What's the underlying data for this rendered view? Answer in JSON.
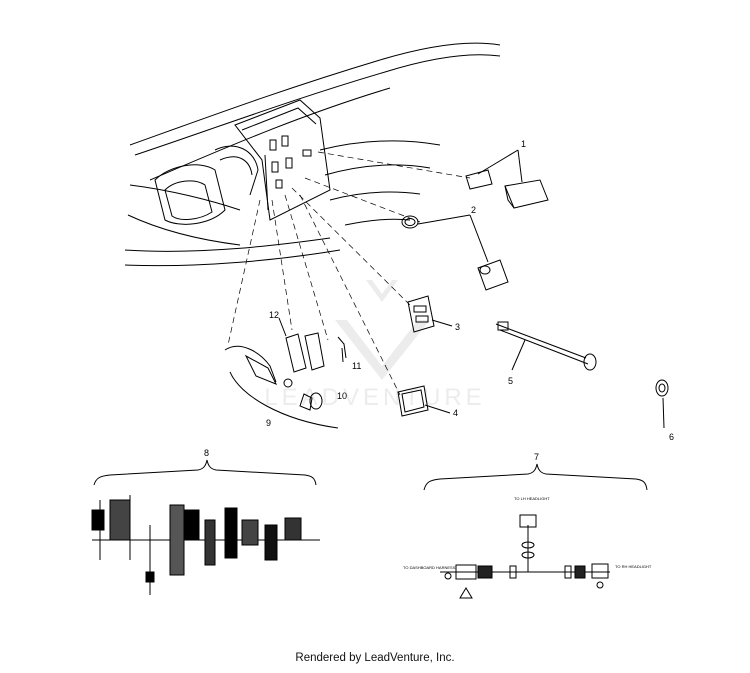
{
  "callouts": {
    "c1": "1",
    "c2": "2",
    "c3": "3",
    "c4": "4",
    "c5": "5",
    "c6": "6",
    "c7": "7",
    "c8": "8",
    "c9": "9",
    "c10": "10",
    "c11": "11",
    "c12": "12"
  },
  "watermark": {
    "text": "LEADVENTURE"
  },
  "harness_labels": {
    "to_lh_headlight": "TO LH HEADLIGHT",
    "to_dashboard_harness": "TO DASHBOARD HARNESS",
    "to_rh_headlight": "TO RH HEADLIGHT"
  },
  "footer": {
    "text": "Rendered by LeadVenture, Inc."
  }
}
